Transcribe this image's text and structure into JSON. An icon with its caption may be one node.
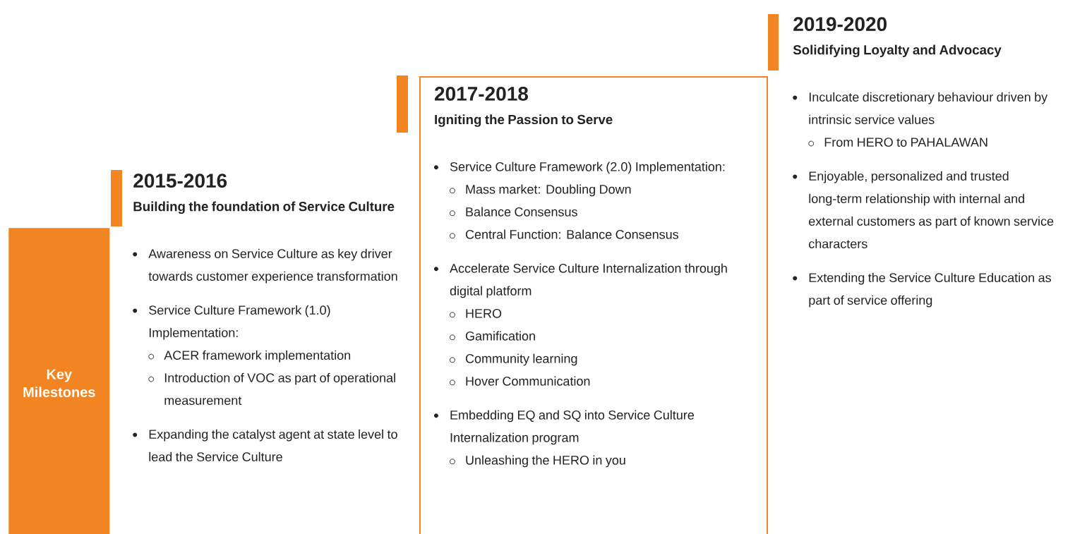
{
  "diagram": {
    "nodes": [
      {
        "text": [
          "Key Milestones"
        ]
      },
      {
        "text": [
          "2015-2016",
          "Building the foundation of Service Culture",
          "Awareness on Service Culture as key driver towards customer experience transformation",
          "Service Culture Framework (1.0) Implementation:",
          "ACER framework implementation",
          "Introduction of VOC as part of operational measurement",
          "Expanding the catalyst agent at state level to lead the Service Culture"
        ]
      },
      {
        "text": [
          "2017-2018",
          "Igniting the Passion to Serve",
          "Service Culture Framework (2.0) Implementation:",
          "Mass market: Doubling Down",
          "Balance Consensus",
          "Central Function: Balance Consensus",
          "Accelerate Service Culture Internalization through digital platform",
          "HERO",
          "Gamification",
          "Community learning",
          "Hover Communication",
          "Embedding EQ and SQ into Service Culture Internalization program",
          "Unleashing the HERO in you"
        ]
      },
      {
        "text": [
          "2019-2020",
          "Solidifying Loyalty and Advocacy",
          "Inculcate discretionary behaviour driven by intrinsic service values",
          "From HERO to PAHALAWAN",
          "Enjoyable, personalized and trusted long-term relationship with internal and external customers as part of known service characters",
          "Extending the Service Culture Education as part of service offering"
        ]
      }
    ]
  }
}
